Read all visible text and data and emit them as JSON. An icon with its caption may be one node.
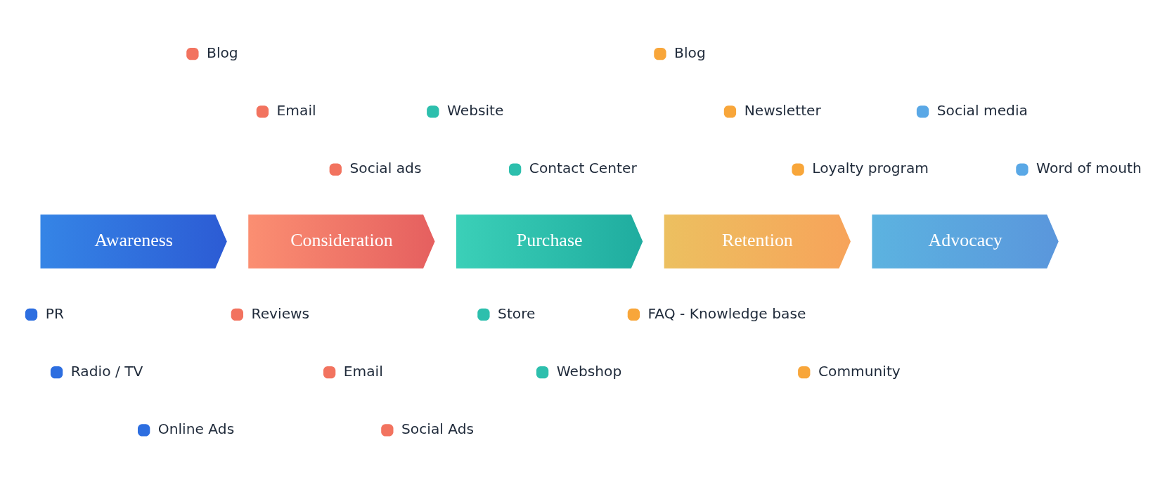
{
  "diagram": {
    "nodes": [
      {
        "text": [
          "Awareness"
        ]
      },
      {
        "text": [
          "Consideration"
        ]
      },
      {
        "text": [
          "Purchase"
        ]
      },
      {
        "text": [
          "Retention"
        ]
      },
      {
        "text": [
          "Advocacy"
        ]
      }
    ],
    "edges": [],
    "labels": [
      "Blog",
      "Blog",
      "Email",
      "Website",
      "Newsletter",
      "Social media",
      "Social ads",
      "Contact Center",
      "Loyalty program",
      "Word of mouth",
      "PR",
      "Reviews",
      "Store",
      "FAQ - Knowledge base",
      "Radio / TV",
      "Email",
      "Webshop",
      "Community",
      "Online Ads",
      "Social Ads"
    ]
  }
}
